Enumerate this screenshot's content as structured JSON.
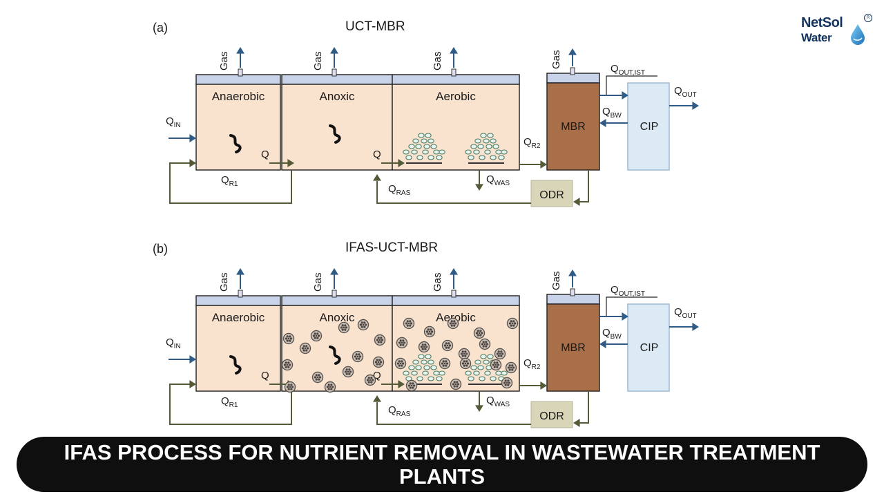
{
  "logo": {
    "line1": "NetSol",
    "line2": "Water",
    "mark": "water-drop-logo-icon"
  },
  "diagrams": [
    {
      "panel_label": "(a)",
      "title": "UCT-MBR",
      "tanks": [
        "Anaerobic",
        "Anoxic",
        "Aerobic"
      ],
      "gas_label": "Gas",
      "mbr": "MBR",
      "cip": "CIP",
      "odr": "ODR",
      "flows": {
        "q_in": {
          "main": "Q",
          "sub": "IN"
        },
        "q1": {
          "main": "Q",
          "sub": ""
        },
        "q2": {
          "main": "Q",
          "sub": ""
        },
        "q_r1": {
          "main": "Q",
          "sub": "R1"
        },
        "q_r2": {
          "main": "Q",
          "sub": "R2"
        },
        "q_ras": {
          "main": "Q",
          "sub": "RAS"
        },
        "q_was": {
          "main": "Q",
          "sub": "WAS"
        },
        "q_out_ist": {
          "main": "Q",
          "sub": "OUT,IST"
        },
        "q_out": {
          "main": "Q",
          "sub": "OUT"
        },
        "q_bw": {
          "main": "Q",
          "sub": "BW"
        }
      },
      "carriers": false
    },
    {
      "panel_label": "(b)",
      "title": "IFAS-UCT-MBR",
      "tanks": [
        "Anaerobic",
        "Anoxic",
        "Aerobic"
      ],
      "gas_label": "Gas",
      "mbr": "MBR",
      "cip": "CIP",
      "odr": "ODR",
      "flows": {
        "q_in": {
          "main": "Q",
          "sub": "IN"
        },
        "q1": {
          "main": "Q",
          "sub": ""
        },
        "q2": {
          "main": "Q",
          "sub": ""
        },
        "q_r1": {
          "main": "Q",
          "sub": "R1"
        },
        "q_r2": {
          "main": "Q",
          "sub": "R2"
        },
        "q_ras": {
          "main": "Q",
          "sub": "RAS"
        },
        "q_was": {
          "main": "Q",
          "sub": "WAS"
        },
        "q_out_ist": {
          "main": "Q",
          "sub": "OUT,IST"
        },
        "q_out": {
          "main": "Q",
          "sub": "OUT"
        },
        "q_bw": {
          "main": "Q",
          "sub": "BW"
        }
      },
      "carriers": true
    }
  ],
  "banner": {
    "text": "IFAS PROCESS FOR NUTRIENT REMOVAL IN WASTEWATER TREATMENT PLANTS"
  },
  "colors": {
    "tank_fill": "#f9e3cf",
    "tank_lid": "#c8d3ea",
    "mbr_fill": "#a86f48",
    "cip_fill": "#dceaf6",
    "odr_fill": "#d8d5b8",
    "line_olive": "#545a38",
    "arrow_blue": "#2f5b86",
    "banner_bg": "#0f0f0f"
  }
}
